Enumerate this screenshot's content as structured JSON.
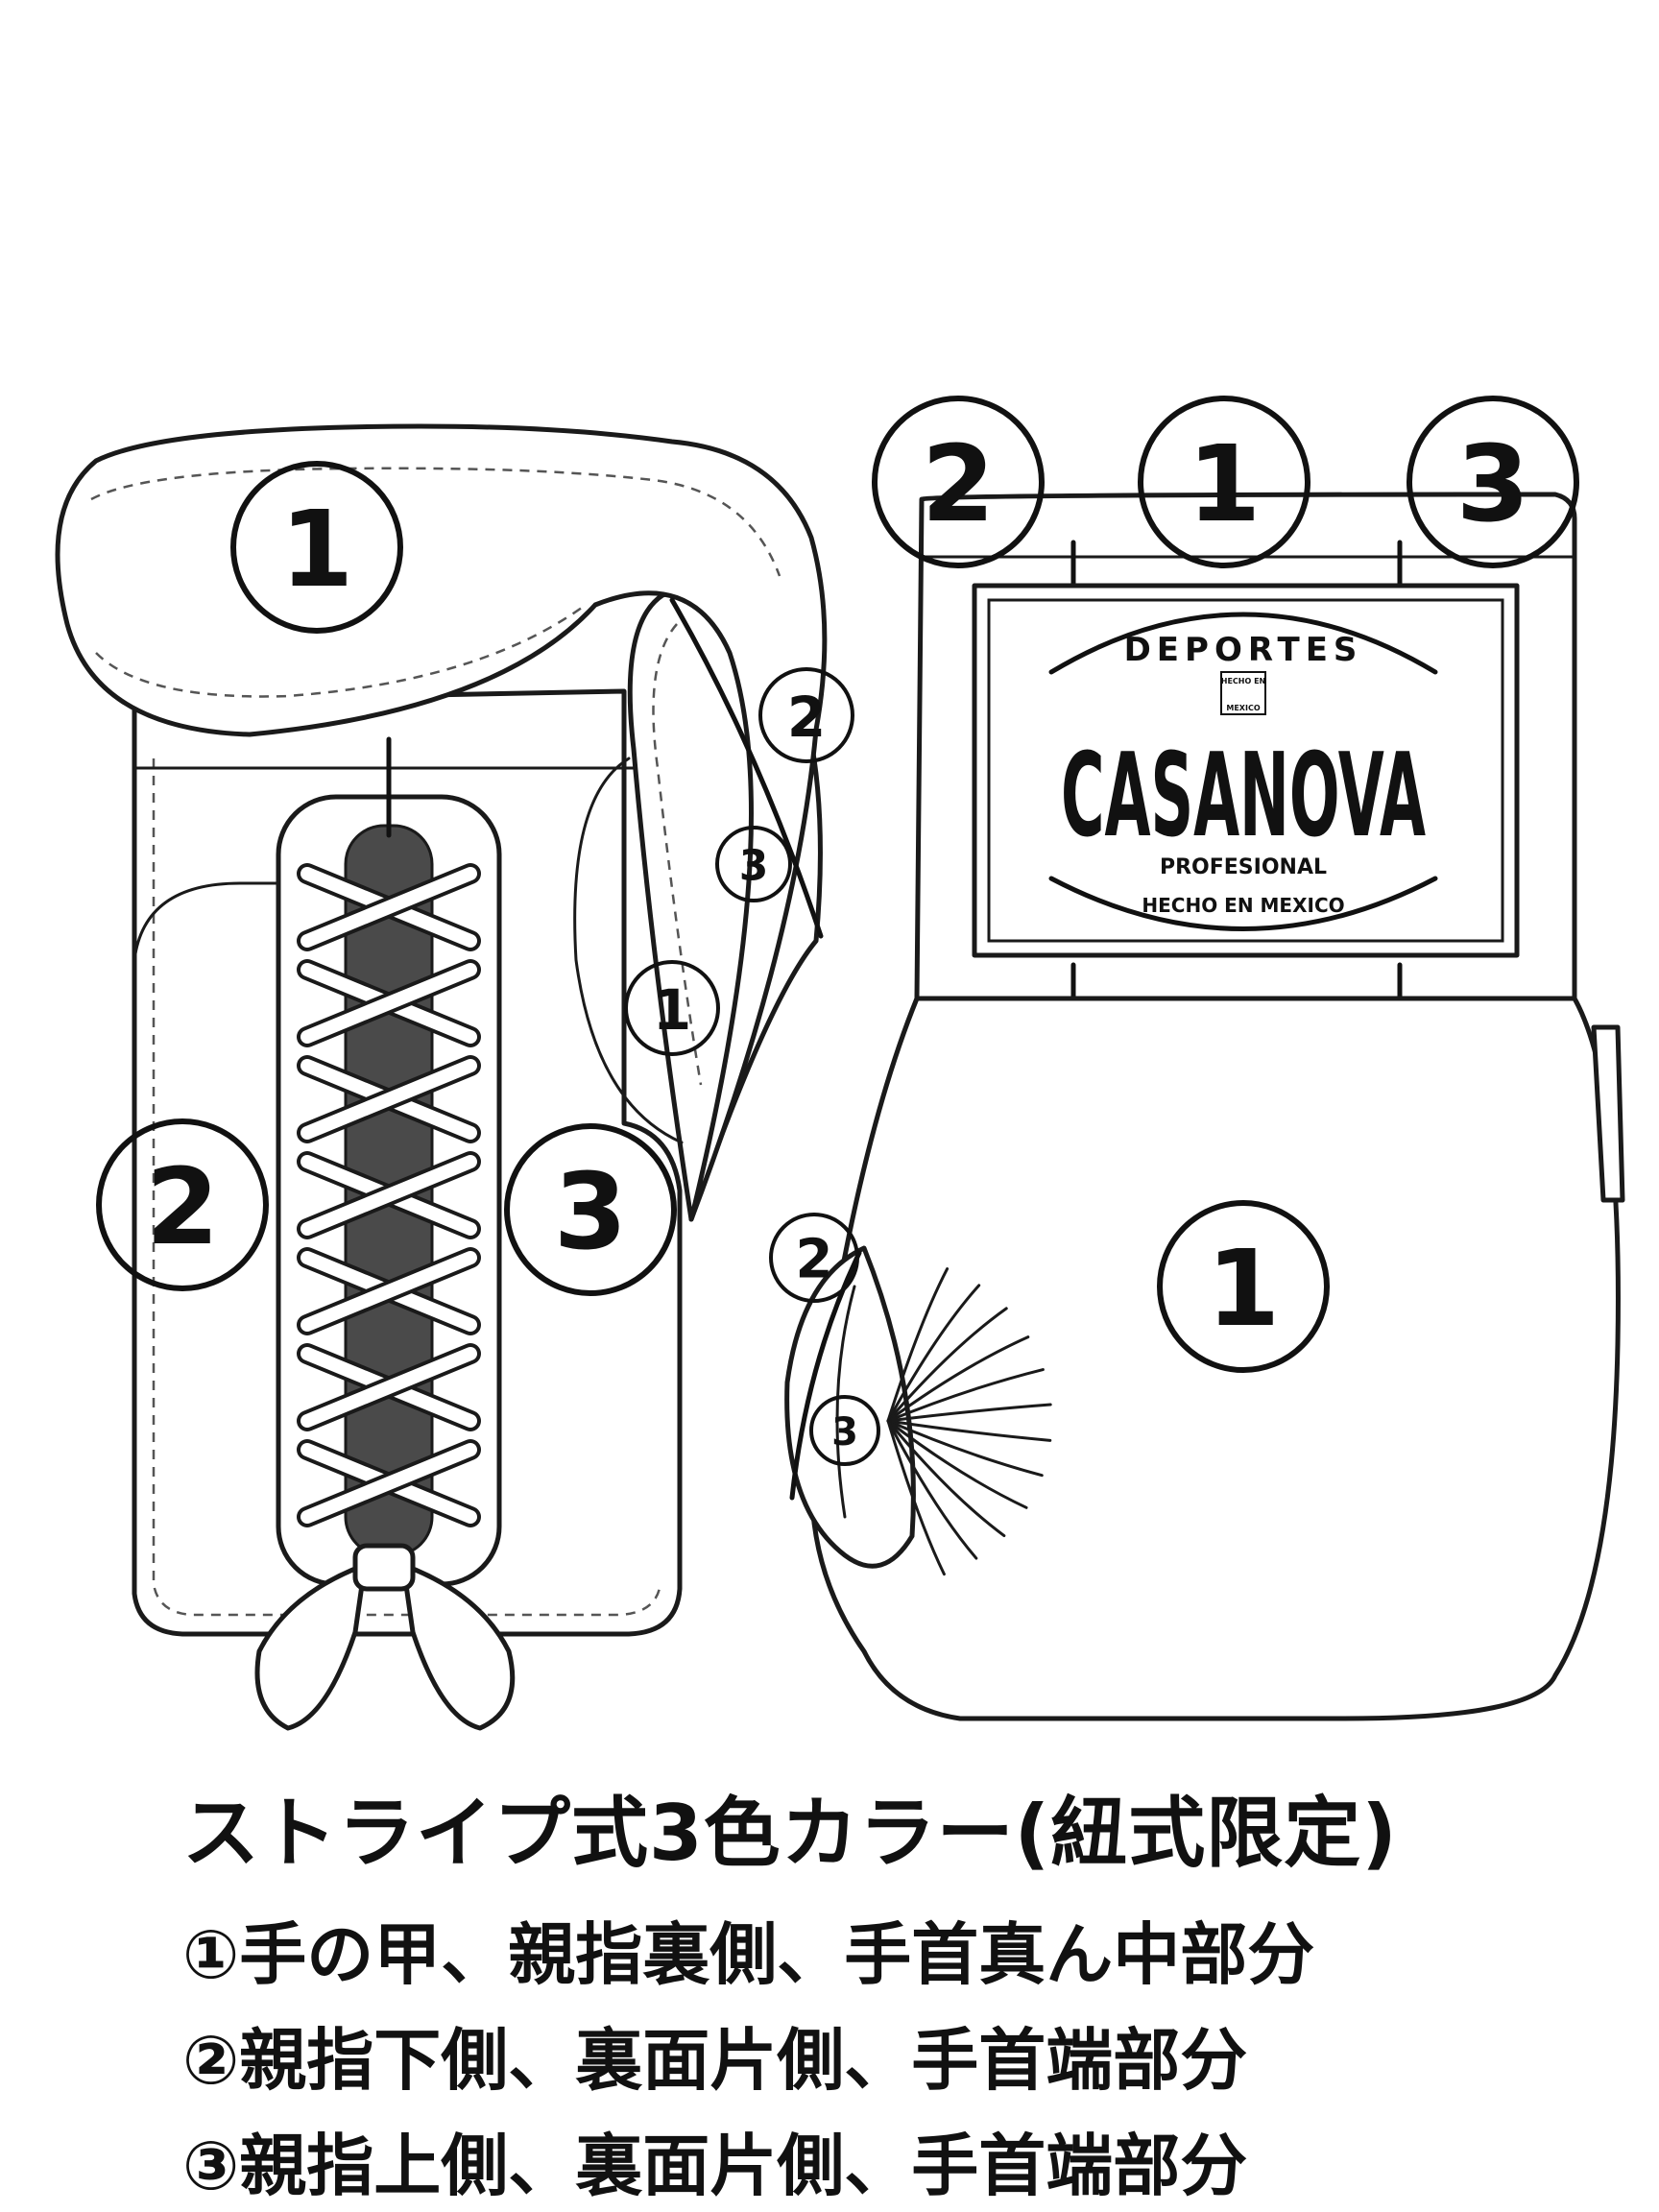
{
  "brand": {
    "top": "DEPORTES",
    "name": "CASANOVA",
    "sub": "PROFESIONAL",
    "bottom": "HECHO EN MEXICO",
    "badge_top": "HECHO EN",
    "badge_bottom": "MEXICO"
  },
  "markers": {
    "one": "1",
    "two": "2",
    "three": "3"
  },
  "caption": {
    "title": "ストライプ式3色カラー(紐式限定)",
    "lines": [
      "①手の甲、親指裏側、手首真ん中部分",
      "②親指下側、裏面片側、手首端部分",
      "③親指上側、裏面片側、手首端部分"
    ]
  }
}
